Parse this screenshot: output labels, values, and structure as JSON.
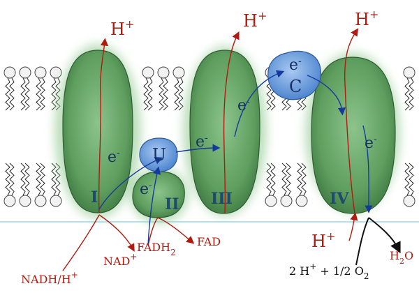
{
  "colors": {
    "complex_fill": "#5e9e5e",
    "complex_glow": "#cfe8cf",
    "carrier_fill": "#7aa8e6",
    "membrane": "#222222",
    "proton_arrow": "#b01a10",
    "electron_arrow": "#163a9c",
    "water_line": "#88d0e6"
  },
  "complexes": {
    "c1": "I",
    "c2": "II",
    "c3": "III",
    "c4": "IV"
  },
  "carriers": {
    "ubiquinone": "U",
    "cytochrome_c": "C"
  },
  "electron_label": "e",
  "electron_sup": "-",
  "protons": {
    "base": "H",
    "sup": "+"
  },
  "substrates": {
    "nadh_base": "NADH/H",
    "nadh_sup": "+",
    "nad_base": "NAD",
    "nad_sup": "+",
    "fadh2_base": "FADH",
    "fadh2_sub": "2",
    "fad": "FAD",
    "oxygen_base": "2 H",
    "oxygen_sup": "+",
    "oxygen_mid": " + 1/2 O",
    "oxygen_sub": "2",
    "water_base": "H",
    "water_sub": "2",
    "water_o": "O"
  }
}
